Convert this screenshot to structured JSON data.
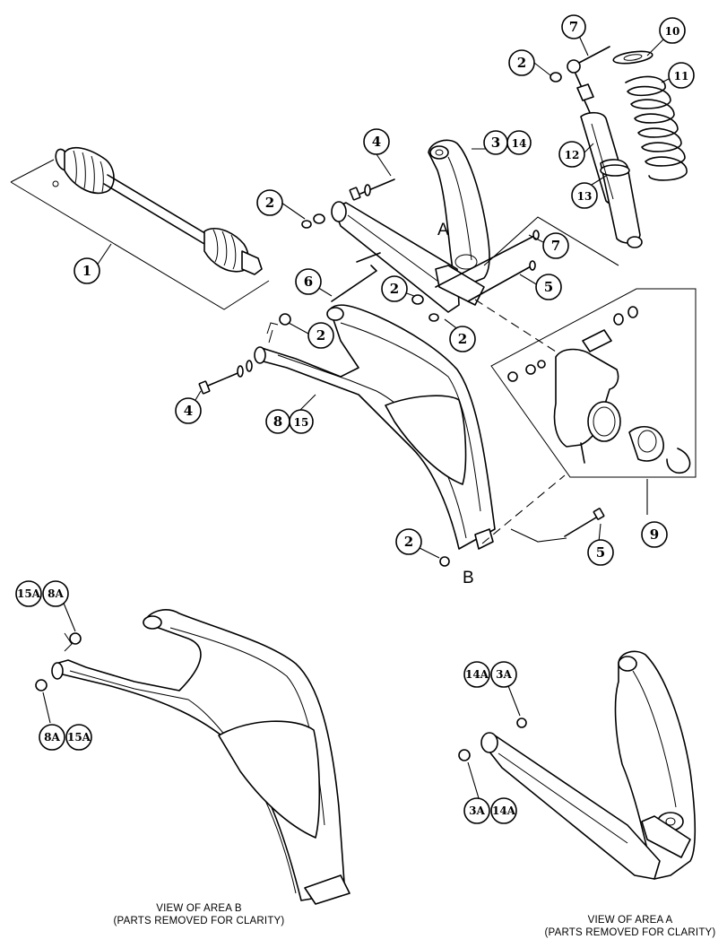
{
  "callouts": {
    "c1": "1",
    "c2a": "2",
    "c2b": "2",
    "c2c": "2",
    "c2d": "2",
    "c2e": "2",
    "c2f": "2",
    "c3": "3",
    "c14": "14",
    "c4a": "4",
    "c4b": "4",
    "c5a": "5",
    "c5b": "5",
    "c6": "6",
    "c7a": "7",
    "c7b": "7",
    "c8": "8",
    "c15": "15",
    "c9": "9",
    "c10": "10",
    "c11": "11",
    "c12": "12",
    "c13": "13",
    "c15A_top": "15A",
    "c8A_top": "8A",
    "c8A_bot": "8A",
    "c15A_bot": "15A",
    "c14A_top": "14A",
    "c3A_top": "3A",
    "c3A_bot": "3A",
    "c14A_bot": "14A"
  },
  "area_labels": {
    "a": "A",
    "b": "B"
  },
  "captions": {
    "area_b_line1": "VIEW OF AREA B",
    "area_b_line2": "(PARTS REMOVED FOR CLARITY)",
    "area_a_line1": "VIEW OF AREA A",
    "area_a_line2": "(PARTS REMOVED FOR CLARITY)"
  }
}
